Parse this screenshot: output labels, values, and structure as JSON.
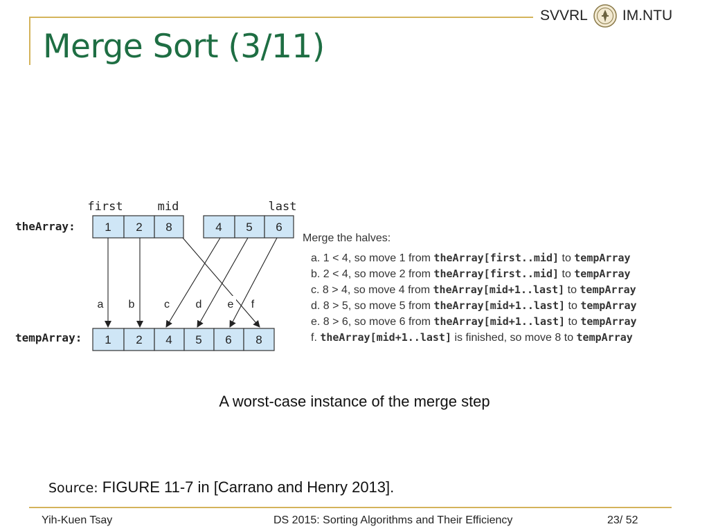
{
  "header": {
    "left_label": "SVVRL",
    "right_label": "IM.NTU",
    "seal_icon": "ntu-seal-icon"
  },
  "slide": {
    "title": "Merge Sort (3/11)"
  },
  "figure": {
    "pointer_labels": {
      "first": "first",
      "mid": "mid",
      "last": "last"
    },
    "array_label": "theArray:",
    "left_half": [
      "1",
      "2",
      "8"
    ],
    "right_half": [
      "4",
      "5",
      "6"
    ],
    "temp_label": "tempArray:",
    "temp_values": [
      "1",
      "2",
      "4",
      "5",
      "6",
      "8"
    ],
    "arrow_labels": [
      "a",
      "b",
      "c",
      "d",
      "e",
      "f"
    ],
    "steps_heading": "Merge the halves:",
    "steps": [
      {
        "prefix": "a. 1 < 4, so move 1 from ",
        "code": "theArray[first..mid]",
        "to": " to ",
        "target": "tempArray"
      },
      {
        "prefix": "b. 2 < 4, so move 2 from ",
        "code": "theArray[first..mid]",
        "to": " to ",
        "target": "tempArray"
      },
      {
        "prefix": "c. 8 > 4, so move 4 from ",
        "code": "theArray[mid+1..last]",
        "to": " to ",
        "target": "tempArray"
      },
      {
        "prefix": "d. 8 > 5, so move 5 from ",
        "code": "theArray[mid+1..last]",
        "to": " to ",
        "target": "tempArray"
      },
      {
        "prefix": "e. 8 > 6, so move 6 from ",
        "code": "theArray[mid+1..last]",
        "to": " to ",
        "target": "tempArray"
      }
    ],
    "last_step": {
      "prefix": "f. ",
      "code": "theArray[mid+1..last]",
      "middle": " is finished, so move 8 to ",
      "target": "tempArray"
    },
    "box_fill": "#cfe6f6"
  },
  "caption": "A worst-case  instance of the merge step",
  "source": {
    "label": "Source:",
    "text": "FIGURE 11-7 in [Carrano and Henry 2013]."
  },
  "footer": {
    "author": "Yih-Kuen Tsay",
    "course": "DS 2015: Sorting Algorithms and Their Efficiency",
    "page": "23",
    "page_sep": "/",
    "total": "52"
  },
  "colors": {
    "title": "#1e6e43",
    "rule": "#d4b35a"
  }
}
